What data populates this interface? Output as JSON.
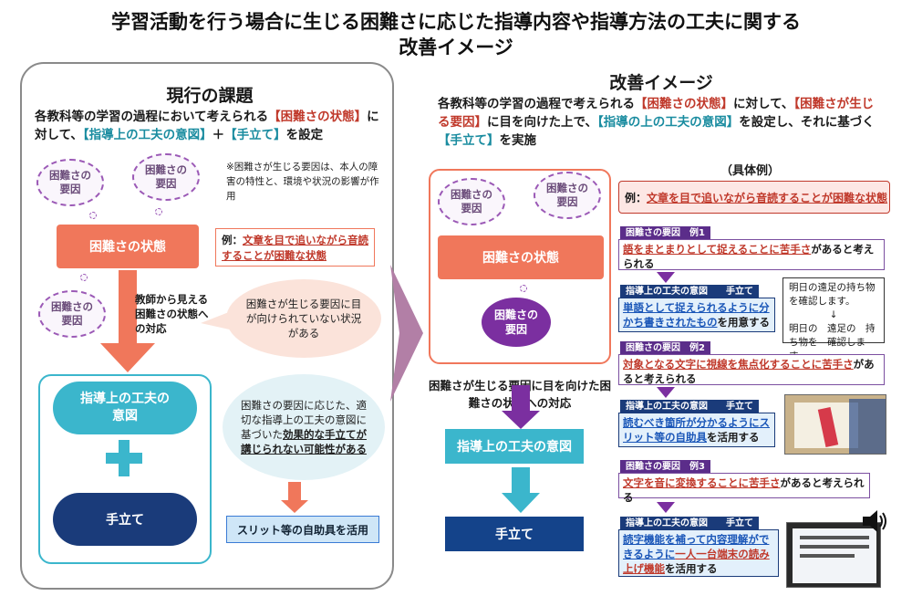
{
  "title": {
    "line1": "学習活動を行う場合に生じる困難さに応じた指導内容や指導方法の工夫に関する",
    "line2": "改善イメージ"
  },
  "left": {
    "heading": "現行の課題",
    "intro_pre": "各教科等の学習の過程において考えられる",
    "intro_red1": "【困難さの状態】",
    "intro_mid": "に対して、",
    "intro_teal1": "【指導上の工夫の意図】",
    "intro_plus": "＋",
    "intro_teal2": "【手立て】",
    "intro_post": "を設定",
    "cause_cloud": "困難さの要因",
    "note": "※困難さが生じる要因は、本人の障害の特性と、環境や状況の影響が作用",
    "state_label": "困難さの状態",
    "example_prefix": "例：",
    "example_text": "文章を目で追いながら音読することが困難な状態",
    "visible_label": "教師から見える困難さの状態への対応",
    "bubble1": "困難さが生じる要因に目が向けられていない状況がある",
    "bubble2_pre": "困難さの要因に応じた、適切な指導上の工夫の意図に基づいた",
    "bubble2_bold": "効果的な手立てが講じられない可能性がある",
    "guide_cloud": "指導上の工夫の意図",
    "tedate_cloud": "手立て",
    "slit_box": "スリット等の自助具を活用"
  },
  "right": {
    "heading": "改善イメージ",
    "intro_pre": "各教科等の学習の過程で考えられる",
    "intro_red1": "【困難さの状態】",
    "intro_mid1": "に対して、",
    "intro_red2": "【困難さが生じる要因】",
    "intro_mid2": "に目を向けた上で、",
    "intro_teal1": "【指導の上の工夫の意図】",
    "intro_mid3": "を設定し、それに基づく",
    "intro_teal2": "【手立て】",
    "intro_post": "を実施",
    "cause_cloud": "困難さの要因",
    "state_label": "困難さの状態",
    "cause_purple": "困難さの要因",
    "focus_label": "困難さが生じる要因に目を向けた困難さの状態への対応",
    "guide_box": "指導上の工夫の意図",
    "tedate_box": "手立て",
    "examples_heading": "（具体例）",
    "example_main_prefix": "例：",
    "example_main": "文章を目で追いながら音読することが困難な状態",
    "cases": [
      {
        "cause_tag": "困難さの要因　例1",
        "cause_red": "語をまとまりとして捉えることに苦手さ",
        "cause_rest": "があると考えられる",
        "guide_tag": "指導上の工夫の意図　　手立て",
        "guide_blue1": "単語として捉えられるように",
        "guide_blue2": "分かち書きされたもの",
        "guide_rest": "を用意する"
      },
      {
        "cause_tag": "困難さの要因　例2",
        "cause_red": "対象となる文字に視線を焦点化することに苦手さ",
        "cause_rest": "があると考えられる",
        "guide_tag": "指導上の工夫の意図　　手立て",
        "guide_blue1": "読むべき箇所が分かるように",
        "guide_blue2": "スリット等の自助具",
        "guide_rest": "を活用する"
      },
      {
        "cause_tag": "困難さの要因　例3",
        "cause_red": "文字を音に変換することに苦手さ",
        "cause_rest": "があると考えられる",
        "guide_tag": "指導上の工夫の意図　　手立て",
        "guide_blue1": "読字機能を補って内容理解ができるように",
        "guide_blue2": "一人一台端末の読み上げ機能",
        "guide_rest": "を活用する"
      }
    ],
    "memo_line1": "明日の遠足の持ち物を確認します。",
    "memo_arrow": "↓",
    "memo_line2": "明日の　遠足の　持ち物を　確認します。"
  },
  "colors": {
    "orange": "#f0775b",
    "teal": "#3bb6cc",
    "navy": "#1a3b7a",
    "purple": "#7b2fa0",
    "red_text": "#c0392b"
  }
}
